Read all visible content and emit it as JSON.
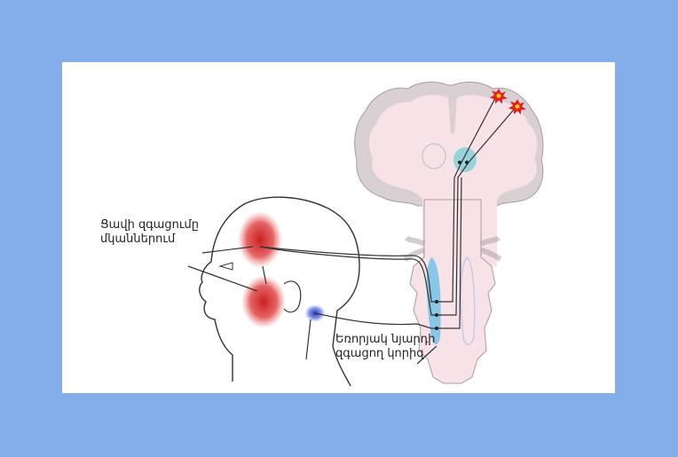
{
  "labels": {
    "muscle_pain": [
      "Ցավի զգացումը",
      "մկաններում"
    ],
    "trigeminal_nucleus": [
      "Եռորյակ նյարդի",
      "զգացող կորիզ"
    ]
  },
  "colors": {
    "background": "#83aeea",
    "brain_tissue": "#f7e2e8",
    "cortex": "#d9d0d4",
    "pain_area": "#d92b2b",
    "nucleus": "#7cc4e6",
    "thalamus": "#7fd0d4"
  }
}
